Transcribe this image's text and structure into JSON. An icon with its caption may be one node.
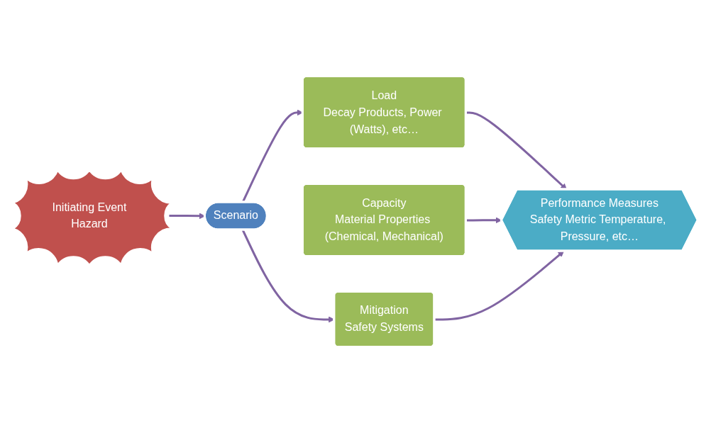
{
  "diagram": {
    "nodes": [
      {
        "text": [
          "Initiating Event",
          "Hazard"
        ]
      },
      {
        "text": [
          "Load",
          "Decay Products, Power (Watts), etc…"
        ]
      },
      {
        "text": [
          "Performance Measures",
          "Safety Metric Temperature, Pressure, etc…"
        ]
      },
      {
        "text": [
          "Capacity",
          "Material Properties (Chemical, Mechanical)"
        ]
      },
      {
        "text": [
          "Scenario"
        ]
      },
      {
        "text": [
          "Mitigation",
          "Safety Systems"
        ]
      }
    ],
    "edges": [
      {
        "from": 0,
        "to": 4,
        "arrow": "to"
      },
      {
        "from": 4,
        "to": 1,
        "arrow": "to"
      },
      {
        "from": 4,
        "to": 5,
        "arrow": "to"
      },
      {
        "from": 1,
        "to": 2,
        "arrow": "to"
      },
      {
        "from": 3,
        "to": 2,
        "arrow": "to"
      },
      {
        "from": 5,
        "to": 2,
        "arrow": "to"
      }
    ]
  }
}
